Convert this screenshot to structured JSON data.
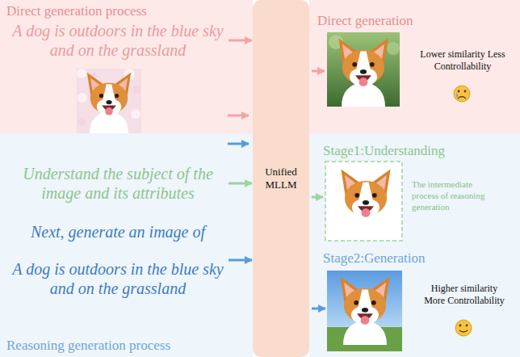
{
  "diagram": {
    "nodes": [
      {
        "text": [
          "Direct generation process"
        ]
      },
      {
        "text": [
          "A dog is outdoors in the blue sky and on the grassland"
        ],
        "in": 0
      },
      {
        "text": [
          "Unified MLLM"
        ]
      },
      {
        "text": [
          "Direct generation"
        ]
      },
      {
        "text": [
          "Reasoning generation process"
        ]
      },
      {
        "text": [
          "Understand the subject of the image and its attributes"
        ],
        "in": 4
      },
      {
        "text": [
          "Next, generate an image of",
          "A dog is outdoors in the blue sky and on the grassland"
        ],
        "in": 4
      },
      {
        "text": [
          "Stage1:Understanding",
          "Stage2:Generation"
        ]
      }
    ],
    "edges": [
      {
        "from": 1,
        "to": 2,
        "arrow": "to"
      },
      {
        "from": 5,
        "to": 2,
        "arrow": "to"
      },
      {
        "from": 6,
        "to": 2,
        "arrow": "to"
      }
    ],
    "labels": [
      "Lower similarity Less Controllability",
      "The intermediate process of reasoning generation",
      "Higher similarity More Controllability"
    ]
  }
}
